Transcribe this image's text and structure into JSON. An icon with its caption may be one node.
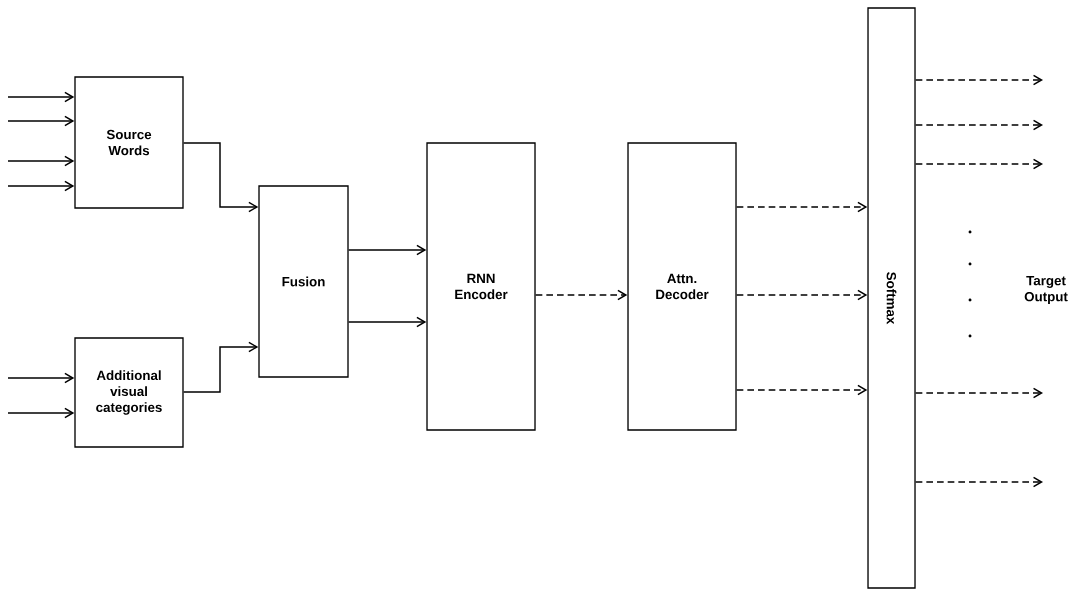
{
  "diagram": {
    "nodes": [
      {
        "text": [
          "Source Words"
        ]
      },
      {
        "text": [
          "Additional visual categories"
        ]
      },
      {
        "text": [
          "Fusion"
        ]
      },
      {
        "text": [
          "RNN Encoder"
        ]
      },
      {
        "text": [
          "Attn. Decoder"
        ]
      },
      {
        "text": [
          "Softmax"
        ]
      }
    ],
    "edges": [
      {
        "from": null,
        "to": 0,
        "arrow": "to"
      },
      {
        "from": null,
        "to": 0,
        "arrow": "to"
      },
      {
        "from": null,
        "to": 0,
        "arrow": "to"
      },
      {
        "from": null,
        "to": 0,
        "arrow": "to"
      },
      {
        "from": null,
        "to": 1,
        "arrow": "to"
      },
      {
        "from": null,
        "to": 1,
        "arrow": "to"
      },
      {
        "from": 0,
        "to": 2,
        "arrow": "to"
      },
      {
        "from": 1,
        "to": 2,
        "arrow": "to"
      },
      {
        "from": 2,
        "to": 3,
        "arrow": "to"
      },
      {
        "from": 2,
        "to": 3,
        "arrow": "to"
      },
      {
        "from": 3,
        "to": 4,
        "arrow": "to",
        "style": "dashed"
      },
      {
        "from": 4,
        "to": 5,
        "arrow": "to",
        "style": "dashed"
      },
      {
        "from": 4,
        "to": 5,
        "arrow": "to",
        "style": "dashed"
      },
      {
        "from": 4,
        "to": 5,
        "arrow": "to",
        "style": "dashed"
      },
      {
        "from": 5,
        "to": null,
        "arrow": "to",
        "style": "dashed"
      },
      {
        "from": 5,
        "to": null,
        "arrow": "to",
        "style": "dashed"
      },
      {
        "from": 5,
        "to": null,
        "arrow": "to",
        "style": "dashed"
      },
      {
        "from": 5,
        "to": null,
        "arrow": "to",
        "style": "dashed"
      },
      {
        "from": 5,
        "to": null,
        "arrow": "to",
        "style": "dashed"
      }
    ],
    "labels": [
      "Target Output"
    ]
  }
}
